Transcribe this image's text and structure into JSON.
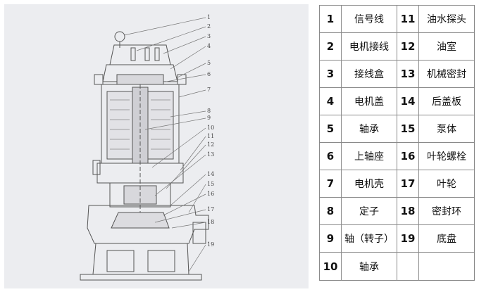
{
  "callout_numbers": [
    "1",
    "2",
    "3",
    "4",
    "5",
    "6",
    "7",
    "8",
    "9",
    "10",
    "11",
    "12",
    "13",
    "14",
    "15",
    "16",
    "17",
    "18",
    "19"
  ],
  "parts_table": {
    "rows": [
      {
        "left": {
          "num": "1",
          "name": "信号线"
        },
        "right": {
          "num": "11",
          "name": "油水探头"
        }
      },
      {
        "left": {
          "num": "2",
          "name": "电机接线"
        },
        "right": {
          "num": "12",
          "name": "油室"
        }
      },
      {
        "left": {
          "num": "3",
          "name": "接线盒"
        },
        "right": {
          "num": "13",
          "name": "机械密封"
        }
      },
      {
        "left": {
          "num": "4",
          "name": "电机盖"
        },
        "right": {
          "num": "14",
          "name": "后盖板"
        }
      },
      {
        "left": {
          "num": "5",
          "name": "轴承"
        },
        "right": {
          "num": "15",
          "name": "泵体"
        }
      },
      {
        "left": {
          "num": "6",
          "name": "上轴座"
        },
        "right": {
          "num": "16",
          "name": "叶轮螺栓"
        }
      },
      {
        "left": {
          "num": "7",
          "name": "电机壳"
        },
        "right": {
          "num": "17",
          "name": "叶轮"
        }
      },
      {
        "left": {
          "num": "8",
          "name": "定子"
        },
        "right": {
          "num": "18",
          "name": "密封环"
        }
      },
      {
        "left": {
          "num": "9",
          "name": "轴（转子）"
        },
        "right": {
          "num": "19",
          "name": "底盘"
        }
      },
      {
        "left": {
          "num": "10",
          "name": "轴承"
        },
        "right": {
          "num": "",
          "name": ""
        }
      }
    ]
  }
}
